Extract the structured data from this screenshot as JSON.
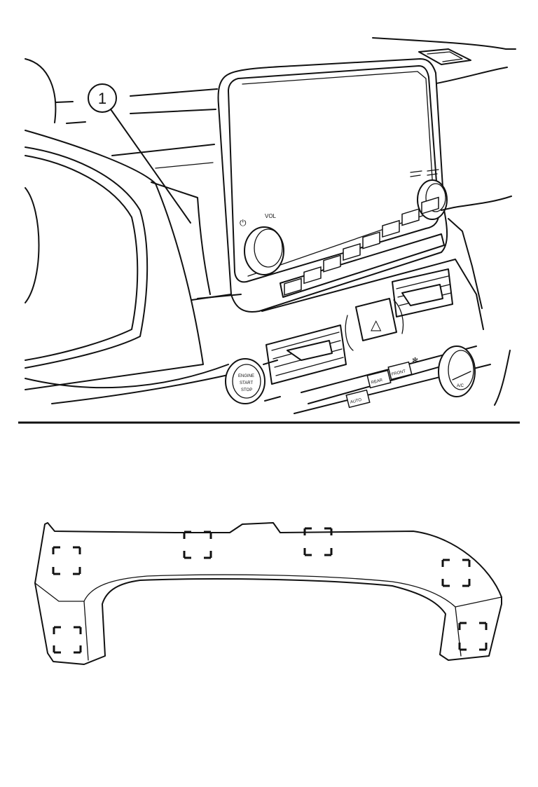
{
  "callout": {
    "number": "1"
  },
  "controls": {
    "volume_label": "VOL",
    "power_symbol": "⏻",
    "hazard_symbol": "△",
    "bottom_button_1": "AUTO",
    "bottom_button_2": "REAR",
    "bottom_button_3": "FRONT",
    "engine_button": [
      "ENGINE",
      "START",
      "STOP"
    ],
    "ac_label": "A/C"
  }
}
